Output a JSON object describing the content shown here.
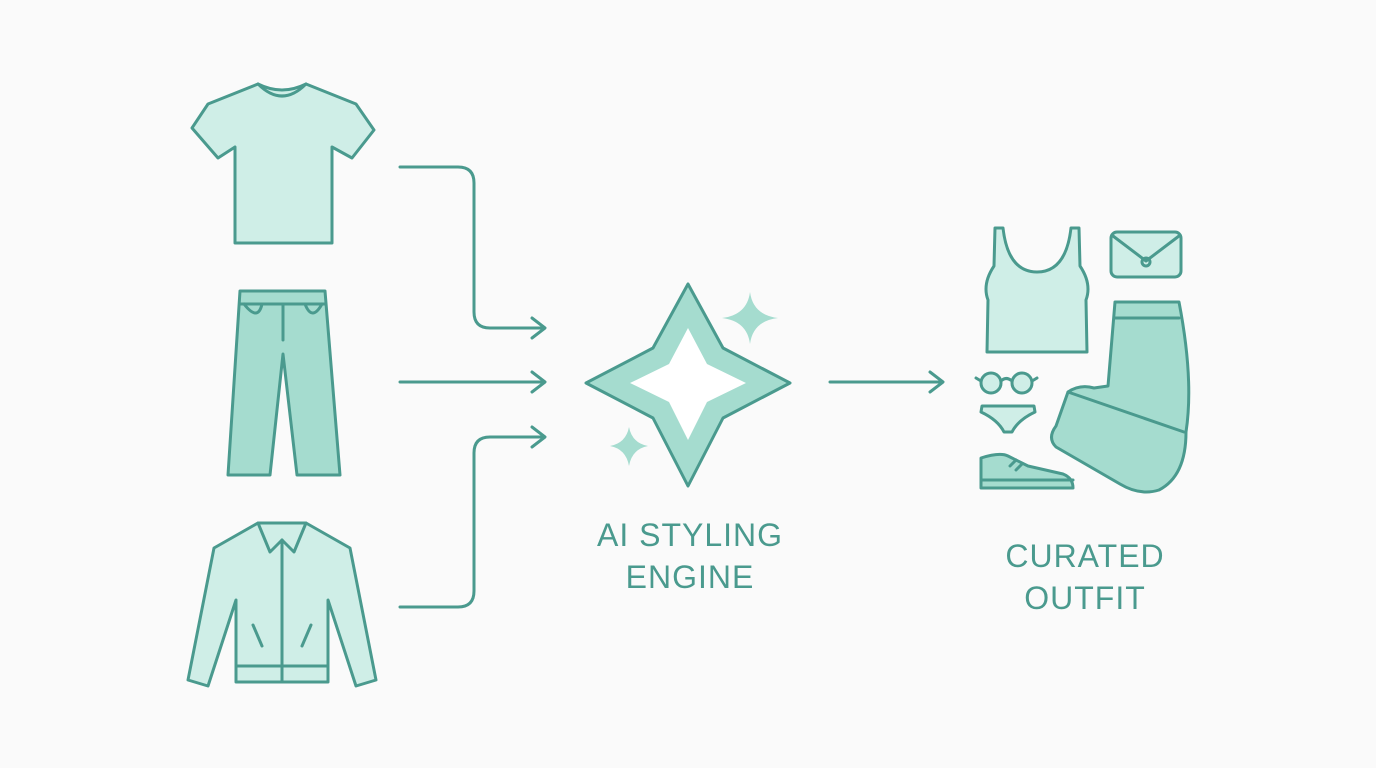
{
  "diagram": {
    "engine_label": [
      "AI STYLING",
      "ENGINE"
    ],
    "outfit_label": [
      "CURATED",
      "OUTFIT"
    ]
  },
  "inputs": [
    {
      "icon": "t-shirt-icon"
    },
    {
      "icon": "jeans-icon"
    },
    {
      "icon": "jacket-icon"
    }
  ],
  "engine": {
    "icon": "sparkle-icon"
  },
  "outfit_items": [
    "tank-top-icon",
    "clutch-bag-icon",
    "sunglasses-icon",
    "bikini-bottom-icon",
    "sneaker-icon",
    "trousers-icon"
  ],
  "colors": {
    "background": "#fafafa",
    "outline": "#4a9a8e",
    "fill_light": "#cfeee7",
    "fill_mid": "#a5dccf",
    "text": "#4a9a8e"
  }
}
